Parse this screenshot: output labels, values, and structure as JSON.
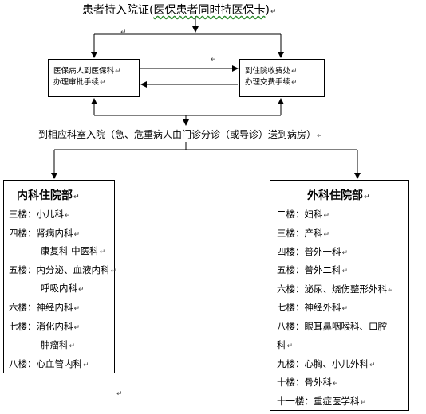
{
  "title": {
    "prefix": "患者持入院证(",
    "underlined": "医保患者同时持医保卡",
    "suffix": ")"
  },
  "left_box": {
    "line1": "医保病人到医保科",
    "line2": "办理审批手续"
  },
  "right_box": {
    "line1": "到住院收费处",
    "line2": "办理交费手续"
  },
  "flow_text": "到相应科室入院（急、危重病人由门诊分诊（或导诊）送到病房）",
  "internal_dept": {
    "heading": "内科住院部",
    "lines": [
      "三楼：小儿科",
      "四楼：肾病内科",
      "康复科  中医科",
      "五楼：内分泌、血液内科",
      "呼吸内科",
      "六楼：神经内科",
      "七楼：消化内科",
      "肿瘤科",
      "八楼：心血管内科"
    ]
  },
  "surgical_dept": {
    "heading": "外科住院部",
    "lines": [
      "二楼：妇科",
      "三楼：产科",
      "四楼：普外一科",
      "五楼：普外二科",
      "六楼：泌尿、烧伤整形外科",
      "七楼：神经外科",
      "八楼：眼耳鼻咽喉科、口腔",
      "科",
      "九楼：心胸、小儿外科",
      "十楼：骨外科",
      "十一楼：重症医学科"
    ]
  },
  "return_mark": "↵"
}
